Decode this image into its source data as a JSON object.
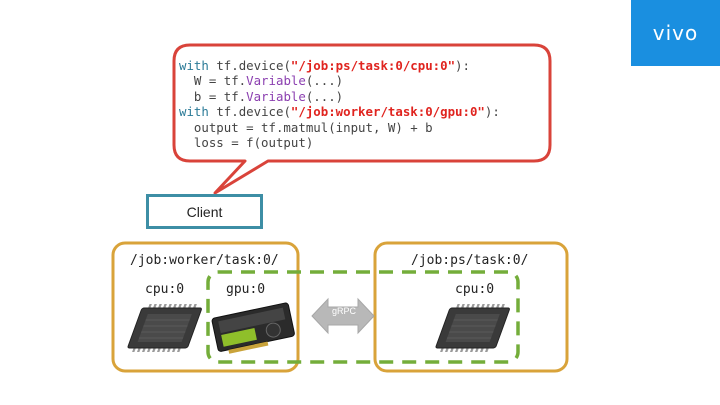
{
  "logo": {
    "text": "vivo",
    "color": "#1a8fe0"
  },
  "code_lines": [
    [
      {
        "t": "with ",
        "c": "kw"
      },
      {
        "t": "tf.device(",
        "c": "p"
      },
      {
        "t": "\"/job:ps/task:0/cpu:0\"",
        "c": "str"
      },
      {
        "t": "):",
        "c": "p"
      }
    ],
    [
      {
        "t": "  W = tf.",
        "c": "p"
      },
      {
        "t": "Variable",
        "c": "cls"
      },
      {
        "t": "(...)",
        "c": "p"
      }
    ],
    [
      {
        "t": "  b = tf.",
        "c": "p"
      },
      {
        "t": "Variable",
        "c": "cls"
      },
      {
        "t": "(...)",
        "c": "p"
      }
    ],
    [
      {
        "t": "with ",
        "c": "kw"
      },
      {
        "t": "tf.device(",
        "c": "p"
      },
      {
        "t": "\"/job:worker/task:0/gpu:0\"",
        "c": "str"
      },
      {
        "t": "):",
        "c": "p"
      }
    ],
    [
      {
        "t": "  output = tf.matmul(input, W) + b",
        "c": "p"
      }
    ],
    [
      {
        "t": "  loss = f(output)",
        "c": "p"
      }
    ]
  ],
  "client": {
    "label": "Client"
  },
  "worker_job": {
    "label": "/job:worker/task:0/",
    "cpu_label": "cpu:0",
    "gpu_label": "gpu:0"
  },
  "ps_job": {
    "label": "/job:ps/task:0/",
    "cpu_label": "cpu:0"
  },
  "grpc": {
    "label": "gRPC"
  },
  "colors": {
    "bubble_border": "#d9433a",
    "client_border": "#3d8ea5",
    "job_border": "#d9a33a",
    "dashed_border": "#74ad3a",
    "grpc_arrow": "#b8b8b8"
  }
}
